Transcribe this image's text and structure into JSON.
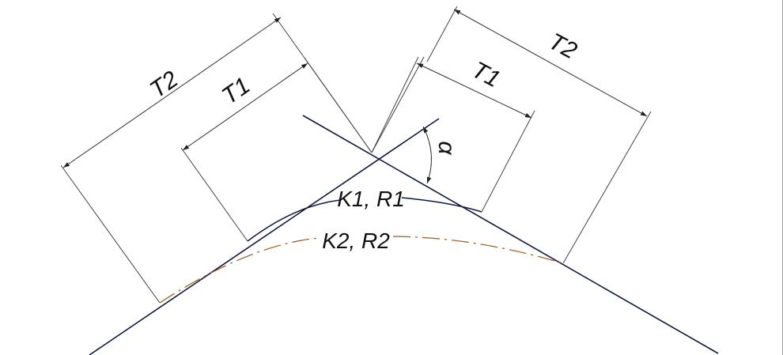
{
  "labels": {
    "t2_left": "T2",
    "t1_left": "T1",
    "t1_right": "T1",
    "t2_right": "T2",
    "alpha": "α",
    "curve1": "K1, R1",
    "curve2": "K2, R2"
  },
  "colors": {
    "road_line": "#101840",
    "dimension_line": "#333333",
    "curve2_dashdot": "#9a5a1a",
    "text": "#111111"
  }
}
